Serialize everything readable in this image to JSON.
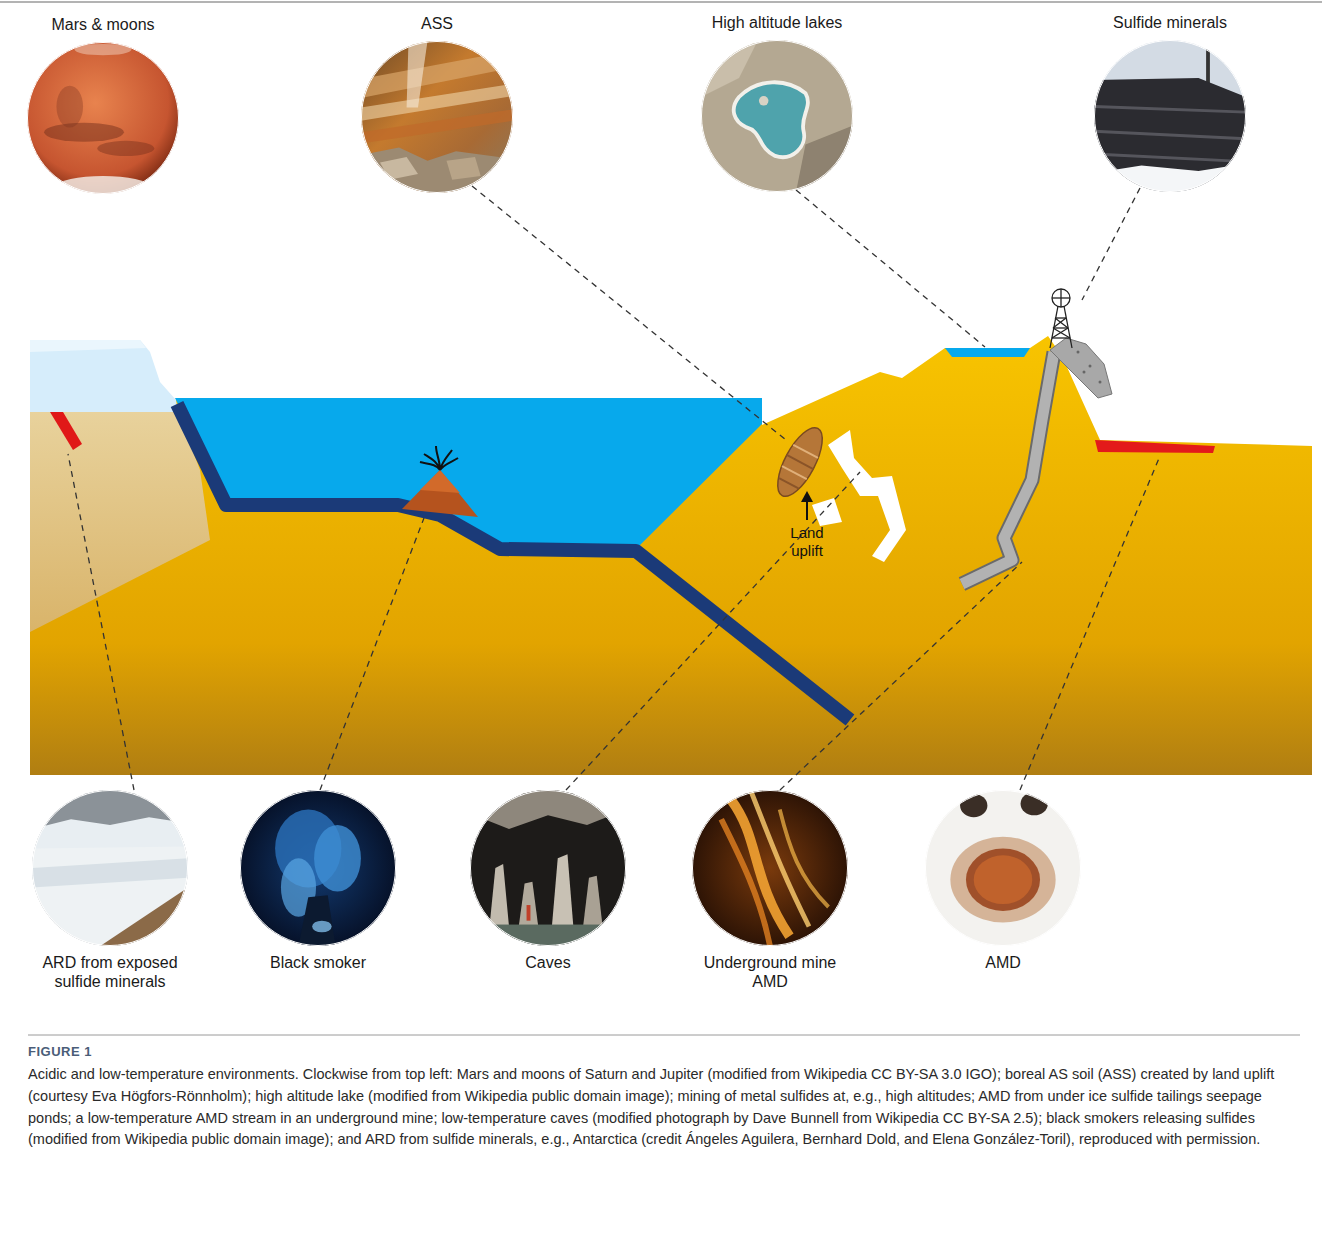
{
  "diagram": {
    "caption": "Acidic and low-temperature environments. Clockwise from top left: Mars and moons of Saturn and Jupiter (modified from Wikipedia CC BY-SA 3.0 IGO); boreal AS soil (ASS) created by land uplift (courtesy Eva Högfors-Rönnholm); high altitude lake (modified from Wikipedia public domain image); mining of metal sulfides at, e.g., high altitudes; AMD from under ice sulfide tailings seepage ponds; a low-temperature AMD stream in an underground mine; low-temperature caves (modified photograph by Dave Bunnell from Wikipedia CC BY-SA 2.5); black smokers releasing sulfides (modified from Wikipedia public domain image); and ARD from sulfide minerals, e.g., Antarctica (credit Ángeles Aguilera, Bernhard Dold, and Elena González-Toril), reproduced with permission.",
    "nodes": [
      {
        "text": [
          "Mars & moons"
        ]
      },
      {
        "text": [
          "ASS"
        ]
      },
      {
        "text": [
          "High altitude lakes"
        ]
      },
      {
        "text": [
          "Sulfide minerals"
        ]
      },
      {
        "text": [
          "ARD from exposed sulfide minerals"
        ]
      },
      {
        "text": [
          "Black smoker"
        ]
      },
      {
        "text": [
          "Caves"
        ]
      },
      {
        "text": [
          "Underground mine AMD"
        ]
      },
      {
        "text": [
          "AMD"
        ]
      }
    ],
    "labels": [
      "Land uplift",
      "FIGURE 1"
    ]
  }
}
